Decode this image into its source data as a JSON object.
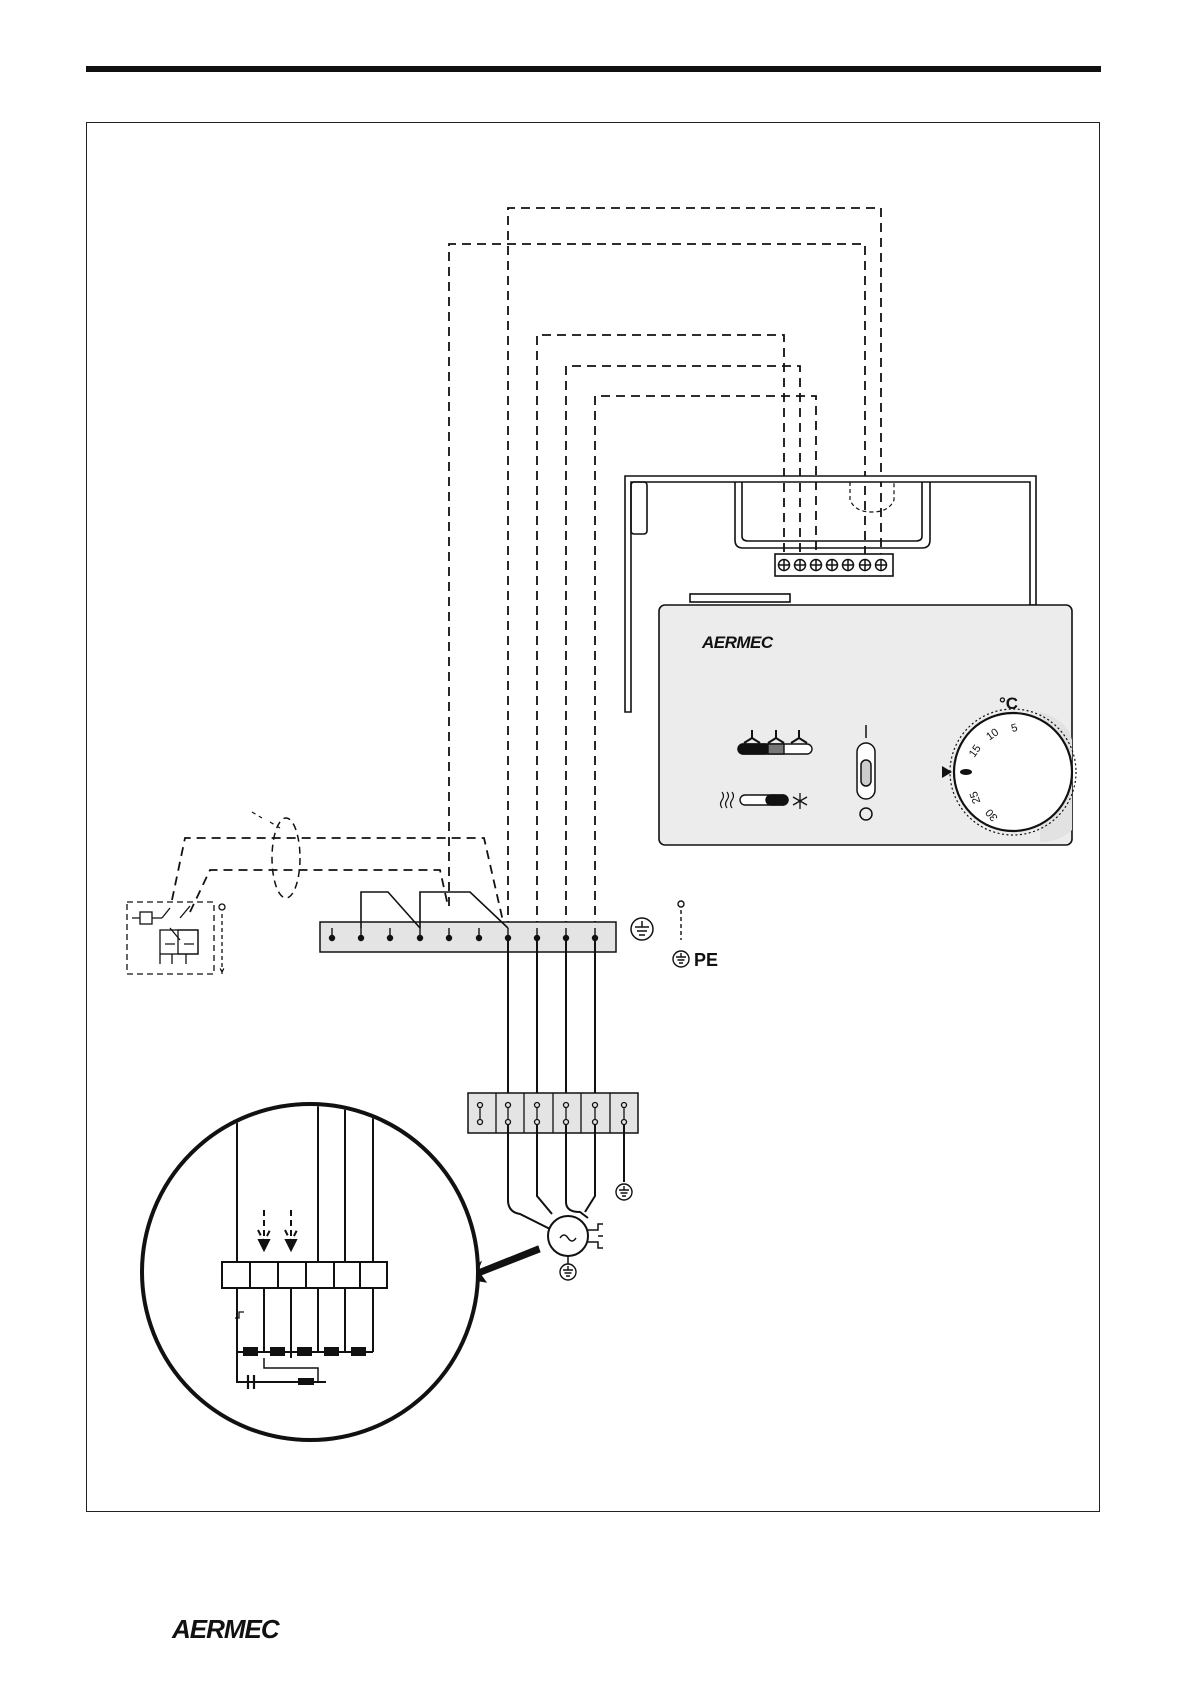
{
  "diagram": {
    "controller": {
      "brand": "AERMEC",
      "unit_label": "°C",
      "dial_scale": [
        "5",
        "10",
        "15",
        "25",
        "30"
      ],
      "switch_on_label": "I"
    },
    "terminal_block": {
      "earth_label": "PE"
    }
  },
  "footer": {
    "brand": "AERMEC"
  }
}
